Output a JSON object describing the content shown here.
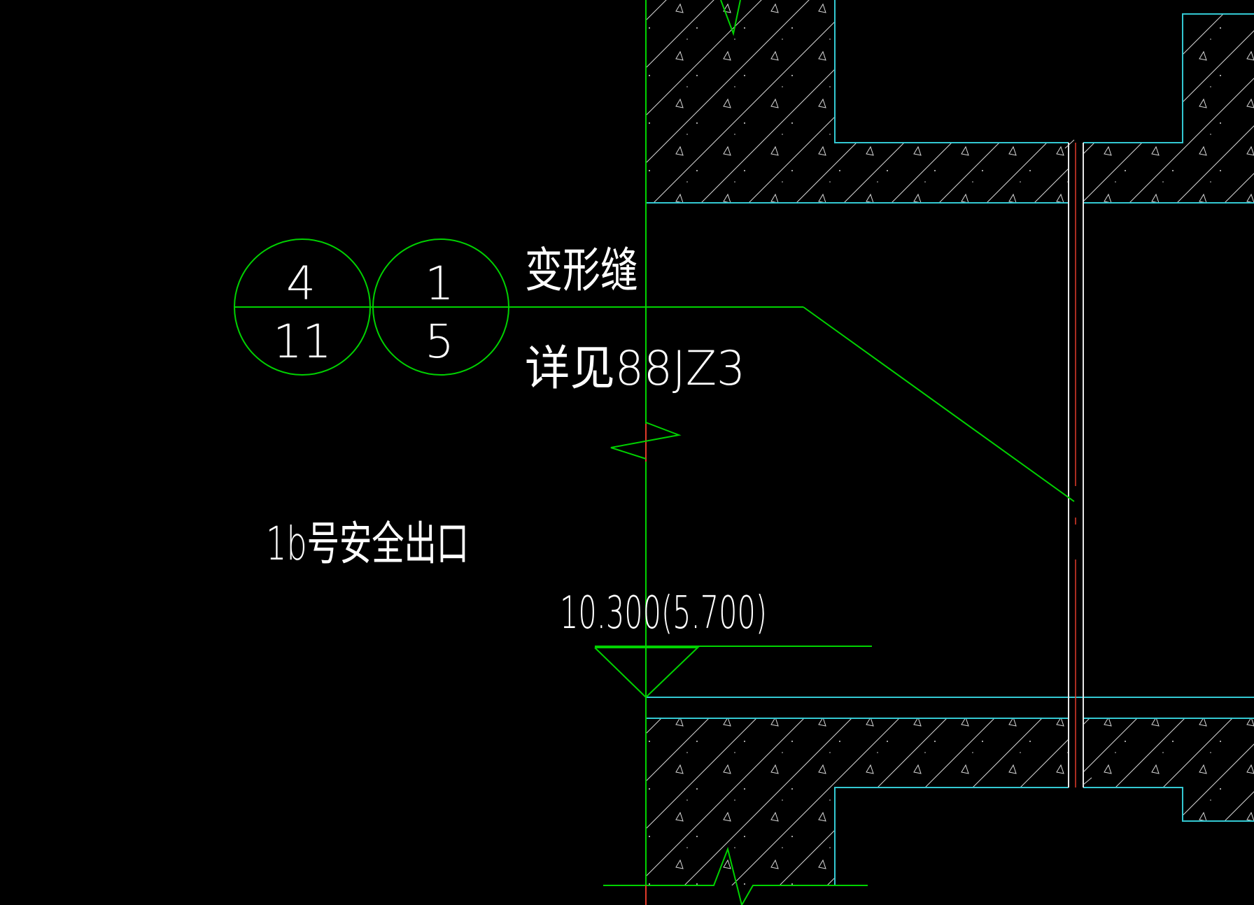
{
  "drawing": {
    "colors": {
      "background": "#000000",
      "axis_line": "#00d200",
      "outline": "#33c8d2",
      "hatch": "#d8d8d8",
      "joint_red": "#e23a2a",
      "joint_white": "#e8e8e8",
      "text": "#ffffff"
    },
    "detail_marks": [
      {
        "top": "4",
        "bottom": "11"
      },
      {
        "top": "1",
        "bottom": "5"
      }
    ],
    "note_line1": "变形缝",
    "note_line2": "详见88JZ3",
    "exit_label": "1b号安全出口",
    "elevation_label": "10.300(5.700)"
  }
}
